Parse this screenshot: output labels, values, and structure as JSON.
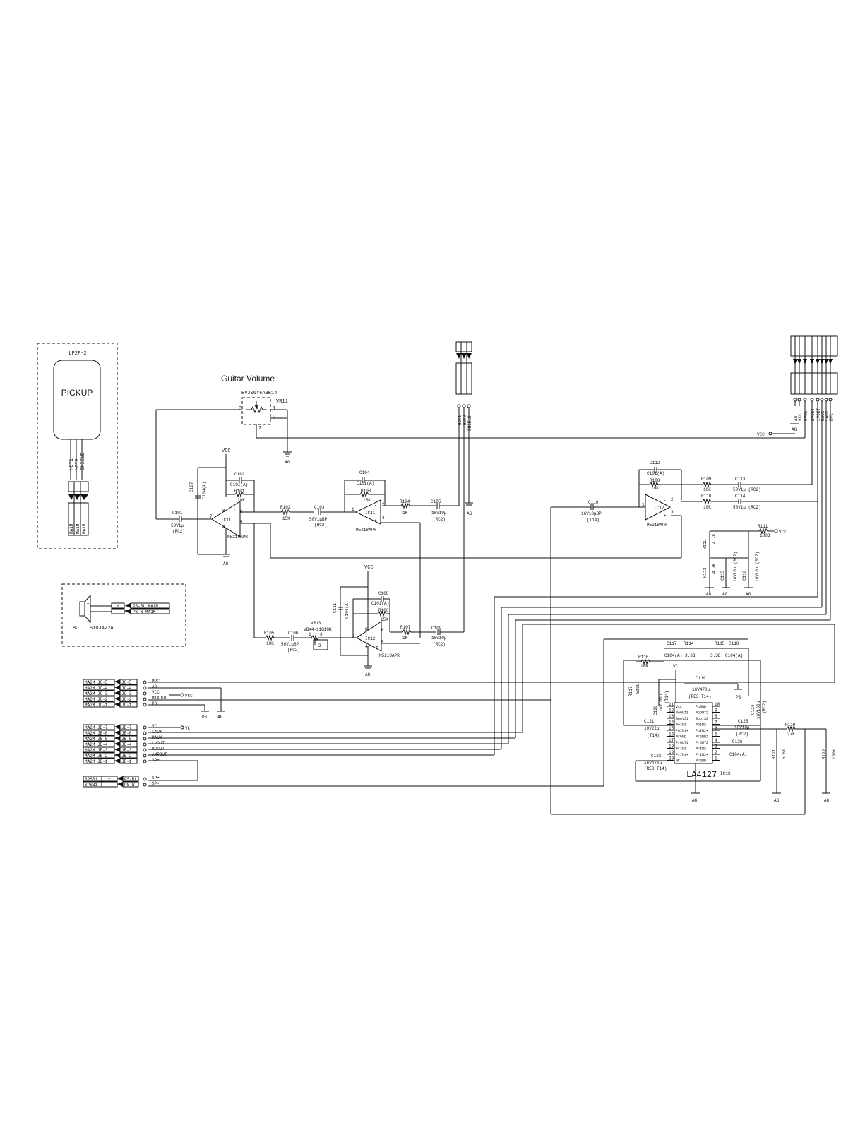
{
  "diagram": {
    "guitar_volume_title": "Guitar Volume",
    "pickup": {
      "model": "LP2F-2",
      "label": "PICKUP",
      "wires": [
        "HOT1",
        "HOT2",
        "SHIELD"
      ],
      "plugs": [
        "MA1M",
        "MA1M",
        "MA1M"
      ]
    },
    "speaker": {
      "impedance": "8Ω",
      "model": "S10JA22A",
      "plus": "PS-BL MA1M",
      "minus": "PS-W MA1M"
    },
    "vr11": {
      "ref": "VR11",
      "part": "EVJ06YFA3B14",
      "pins": [
        "3",
        "1",
        "2"
      ]
    },
    "vr13": {
      "ref": "VR13",
      "part": "VBK4-11B10K",
      "pins": [
        "1",
        "3",
        "2"
      ]
    },
    "top_jacks": [
      "HOT1",
      "HOT2",
      "SHIELD"
    ],
    "top_right_jacks": [
      "AG",
      "VCC",
      "OVOL",
      "RVOUT",
      "LVOUT",
      "RAUX",
      "LAUX",
      "MVC"
    ],
    "ic11a": {
      "ref": "IC11",
      "part": "M5218APR",
      "pins": [
        "8",
        "7",
        "6",
        "5",
        "4"
      ]
    },
    "ic11b": {
      "ref": "IC11",
      "part": "M5218APR",
      "pins": [
        "1",
        "2",
        "3"
      ]
    },
    "ic12a": {
      "ref": "IC12",
      "part": "M5218APR",
      "pins": [
        "8",
        "7",
        "6",
        "5",
        "4"
      ]
    },
    "ic12b": {
      "ref": "IC12",
      "part": "M5218APR",
      "pins": [
        "1",
        "2",
        "3"
      ]
    },
    "ic13": {
      "ref": "IC13",
      "part": "LA4127"
    },
    "components": {
      "c101": "C101",
      "c101_val": "50V1μ",
      "c101_rc": "(RC2)",
      "c102": "C102",
      "c102_val": "C101(A)",
      "c107": "C107",
      "c107_val": "C104(A)",
      "r101": "R101",
      "r101_val": "10K",
      "r102": "R102",
      "r102_val": "15K",
      "c103": "C103",
      "c103_val": "50V1μBP",
      "c103_rc": "(RC2)",
      "c104": "C104",
      "c104_val": "C101(A)",
      "r103": "R103",
      "r103_val": "15K",
      "r104": "R104",
      "r104_val": "1K",
      "c105": "C105",
      "c105_val": "16V10μ",
      "c105_rc": "(RC2)",
      "c110": "C110",
      "c110_val": "16V10μBP",
      "c110_rc": "(T14)",
      "c112": "C112",
      "c112_val": "C101(A)",
      "r108": "R108",
      "r108_val": "10K",
      "r109": "R109",
      "r109_val": "10K",
      "r110": "R110",
      "r110_val": "10K",
      "c113": "C113",
      "c113_val": "50V1μ (RC2)",
      "c114": "C114",
      "c114_val": "50V1μ (RC2)",
      "r111": "R111",
      "r111_val": "100Ω",
      "r112": "R112",
      "r112_val": "4.7K",
      "r113": "R113",
      "r113_val": "4.7K",
      "c115": "C115",
      "c115_val": "16V10μ (RC2)",
      "c116": "C116",
      "c116_val": "16V10μ (RC2)",
      "c111": "C111",
      "c111_val": "C104(A)",
      "c108": "C108",
      "c108_val": "C101(A)",
      "r106": "R106",
      "r106_val": "15K",
      "r105": "R105",
      "r105_val": "10K",
      "c106": "C106",
      "c106_val": "50V1μBP",
      "c106_rc": "(RC2)",
      "r107": "R107",
      "r107_val": "1K",
      "c109": "C109",
      "c109_val": "16V10μ",
      "c109_rc": "(RC2)",
      "c117": "C117",
      "c117_val": "C104(A)",
      "r114": "R114",
      "r114_val": "3.3Ω",
      "r115": "R115",
      "r115_val": "3.3Ω",
      "c118": "C118",
      "c118_val": "C104(A)",
      "r116": "R116",
      "r116_val": "10K",
      "r117": "R117",
      "r117_val": "510Ω",
      "c119": "C119",
      "c119_val": "16V470μ",
      "c119_rc": "(RE3 T14)",
      "c120": "C120",
      "c120_val": "10V100μ",
      "c120_rc": "(T14)",
      "c124": "C124",
      "c124_val": "16V100μ",
      "c124_rc": "(RC2)",
      "c121": "C121",
      "c121_val": "10V22μ",
      "c121_rc": "(T14)",
      "c125": "C125",
      "c125_val": "16V10μ",
      "c125_rc": "(RC2)",
      "c126": "C126",
      "c126_val": "C104(A)",
      "c123": "C123",
      "c123_val": "16V470μ",
      "c123_rc": "(RE3 T14)",
      "r119": "R119",
      "r119_val": "27K",
      "r121": "R121",
      "r121_val": "5.6K",
      "r122": "R122",
      "r122_val": "100K"
    },
    "la4127_pins_left": [
      {
        "n": "11",
        "t": "Vcc"
      },
      {
        "n": "12",
        "t": "PoOUT1"
      },
      {
        "n": "13",
        "t": "BootS1"
      },
      {
        "n": "14",
        "t": "PoIN1-"
      },
      {
        "n": "15",
        "t": "PoIN1+"
      },
      {
        "n": "16",
        "t": "PrGND"
      },
      {
        "n": "17",
        "t": "PrOUT1"
      },
      {
        "n": "18",
        "t": "PrIN1-"
      },
      {
        "n": "19",
        "t": "PrIN1+"
      },
      {
        "n": "20",
        "t": "NC"
      }
    ],
    "la4127_pins_right": [
      {
        "n": "10",
        "t": "PoGND"
      },
      {
        "n": "9",
        "t": "PoOUT2"
      },
      {
        "n": "8",
        "t": "BootS2"
      },
      {
        "n": "7",
        "t": "PoIN2-"
      },
      {
        "n": "6",
        "t": "PoIN2+"
      },
      {
        "n": "5",
        "t": "PrGND2"
      },
      {
        "n": "4",
        "t": "PrOUT2"
      },
      {
        "n": "3",
        "t": "PrIN2-"
      },
      {
        "n": "2",
        "t": "PrIN2+"
      },
      {
        "n": "1",
        "t": "PrGND"
      }
    ],
    "jc_connectors": [
      {
        "plug": "MA2M JC-5",
        "sock": "JC-5",
        "sig": "MVC"
      },
      {
        "plug": "MA2M JC-4",
        "sock": "JC-4",
        "sig": "AG"
      },
      {
        "plug": "MA2M JC-3",
        "sock": "JC-3",
        "sig": "VCC"
      },
      {
        "plug": "MA2M JC-2",
        "sock": "JC-2",
        "sig": "MIXOUT"
      },
      {
        "plug": "MA2M JC-1",
        "sock": "JC-1",
        "sig": "PS"
      }
    ],
    "jb_connectors": [
      {
        "plug": "MA2M JB-7",
        "sock": "JB-7",
        "sig": "VC"
      },
      {
        "plug": "MA2M JB-6",
        "sock": "JB-6",
        "sig": "LAUX"
      },
      {
        "plug": "MA2M JB-5",
        "sock": "JB-5",
        "sig": "RAUX"
      },
      {
        "plug": "MA2M JB-4",
        "sock": "JB-4",
        "sig": "LVOUT"
      },
      {
        "plug": "MA2M JB-3",
        "sock": "JB-3",
        "sig": "RVOUT"
      },
      {
        "plug": "MA2M JB-2",
        "sock": "JB-2",
        "sig": "AMPOUT"
      },
      {
        "plug": "MA2M JB-1",
        "sock": "JB-1",
        "sig": "SP+"
      }
    ],
    "sp_connectors": [
      {
        "plug": "SPSB1",
        "pol": "+",
        "sock": "PS-BL",
        "sig": "SP+"
      },
      {
        "plug": "SPSB1",
        "pol": "-",
        "sock": "PS-W",
        "sig": "SP-"
      }
    ],
    "labels": {
      "vcc": "VCC",
      "ag": "AG",
      "ps": "PS",
      "vc": "VC"
    }
  }
}
